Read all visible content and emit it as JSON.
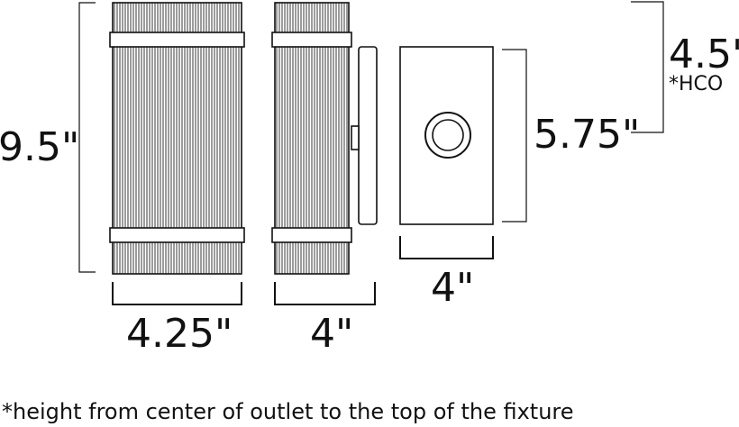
{
  "dimensions": {
    "height": "9.5\"",
    "front_width": "4.25\"",
    "side_depth": "4\"",
    "backplate_width": "4\"",
    "backplate_height": "5.75\"",
    "hco": "4.5\"",
    "hco_label": "*HCO"
  },
  "footnote": "*height from center of outlet to the top of the fixture"
}
